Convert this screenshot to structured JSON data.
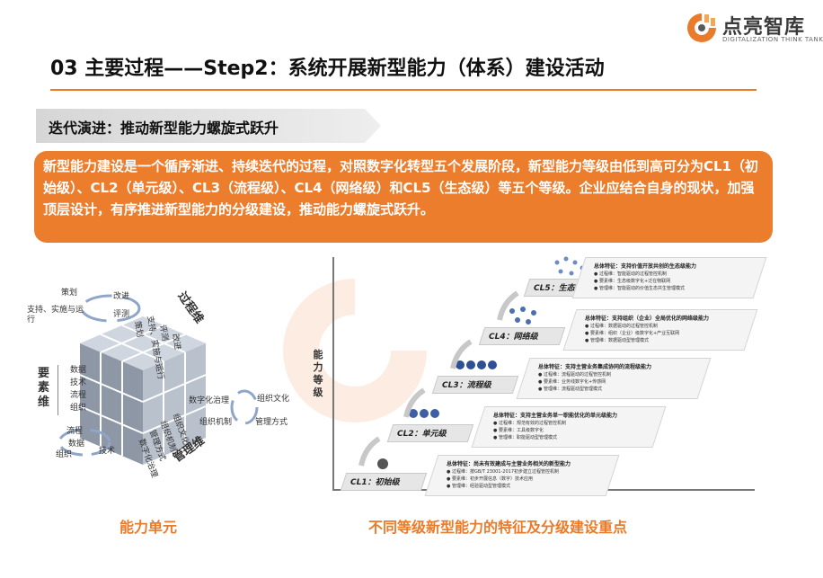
{
  "logo": {
    "name_cn": "点亮智库",
    "name_en": "DIGITALIZATION THINK TANK",
    "brand_color": "#e97b2a"
  },
  "title": "03 主要过程——Step2：系统开展新型能力（体系）建设活动",
  "banner": "迭代演进：推动新型能力螺旋式跃升",
  "paragraph": "新型能力建设是一个循序渐进、持续迭代的过程，对照数字化转型五个发展阶段，新型能力等级由低到高可分为CL1（初始级）、CL2（单元级）、CL3（流程级）、CL4（网络级）和CL5（生态级）等五个等级。企业应结合自身的现状，加强顶层设计，有序推进新型能力的分级建设，推动能力螺旋式跃升。",
  "cube": {
    "cycle_top": [
      "策划",
      "改进",
      "支持、实施与运行",
      "评测"
    ],
    "dimension_top": "过程维",
    "dimension_left": "要素维",
    "dimension_bottom": "管理维",
    "left_items": [
      "数据",
      "技术",
      "流程",
      "组织"
    ],
    "cycle_left": [
      "流程",
      "数据",
      "技术",
      "组织"
    ],
    "top_face": [
      "策划",
      "支持、实施与运行",
      "评测",
      "改进"
    ],
    "right_face": [
      "组织机制",
      "管理方式",
      "组织文化",
      "数字化治理"
    ],
    "cycle_right": [
      "数字化治理",
      "组织文化",
      "组织机制",
      "管理方式"
    ]
  },
  "diagram": {
    "y_axis_label": "能力等级",
    "levels": [
      {
        "tag": "CL1：初始级",
        "title": "总体特征：尚未有效建成与主营业务相关的新型能力",
        "lines": [
          "● 过程维：按GB/T 23001-2017初步建立过程管控机制",
          "● 要素维：初步开展信息（数字）技术应用",
          "● 管理维：经验驱动型管理模式"
        ]
      },
      {
        "tag": "CL2：单元级",
        "title": "总体特征：支持主营业务单一职能优化的单元级能力",
        "lines": [
          "● 过程维：规范有效的过程管控机制",
          "● 要素维：工具级数字化",
          "● 管理维：职能驱动型管理模式"
        ]
      },
      {
        "tag": "CL3：流程级",
        "title": "总体特征：支持主营业务集成协同的流程级能力",
        "lines": [
          "● 过程维：流程驱动的过程管控机制",
          "● 要素维：业务线数字化+传感网",
          "● 管理维：流程驱动型管理模式"
        ]
      },
      {
        "tag": "CL4：网络级",
        "title": "总体特征：支持组织（企业）全局优化的网络级能力",
        "lines": [
          "● 过程维：数据驱动的过程管控机制",
          "● 要素维：组织（企业）级数字化+产业互联网",
          "● 管理维：数据驱动型管理模式"
        ]
      },
      {
        "tag": "CL5：生态级",
        "title": "总体特征：支持价值开放共创的生态级能力",
        "lines": [
          "● 过程维：智能驱动的过程管控机制",
          "● 要素维：生态级数字化+泛在物联网",
          "● 管理维：智能驱动的价值生态共生管理模式"
        ]
      }
    ]
  },
  "captions": {
    "left": "能力单元",
    "right": "不同等级新型能力的特征及分级建设重点"
  }
}
